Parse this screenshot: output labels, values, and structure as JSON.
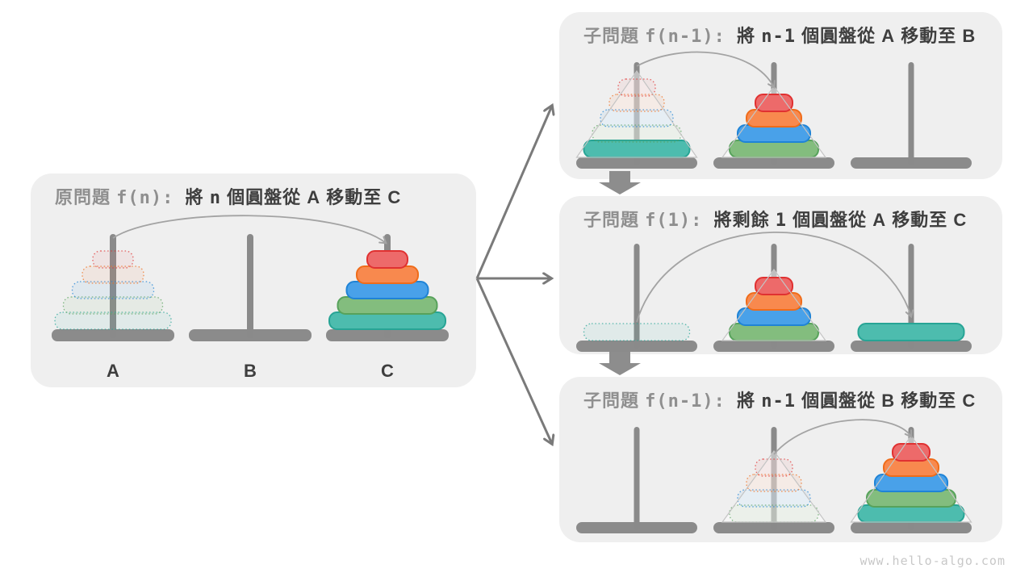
{
  "page": {
    "watermark": "www.hello-algo.com"
  },
  "colors": {
    "panel_bg": "#efefef",
    "peg": "#8a8a8a",
    "base": "#8b8b8b",
    "connector": "#7a7a7a",
    "block_arrow": "#8d8d8d",
    "arc": "#a3a3a3",
    "title_muted": "#8f8f8f",
    "title_dark": "#3e3e3e",
    "peg_label": "#3e3e3e",
    "triangle_stroke": "#c4c4c4",
    "triangle_fill": "rgba(255,255,255,0.45)",
    "watermark_color": "#c8c8c8"
  },
  "disk_palette": [
    {
      "size": 1,
      "name": "red",
      "fill": "#ed6a6a",
      "stroke": "#e03131"
    },
    {
      "size": 2,
      "name": "orange",
      "fill": "#f8894e",
      "stroke": "#ef6c1a"
    },
    {
      "size": 3,
      "name": "blue",
      "fill": "#49a1e9",
      "stroke": "#1f83d6"
    },
    {
      "size": 4,
      "name": "green",
      "fill": "#83bd7e",
      "stroke": "#57a25b"
    },
    {
      "size": 5,
      "name": "teal",
      "fill": "#4dbcae",
      "stroke": "#27a495"
    }
  ],
  "panels": [
    {
      "id": "original-problem",
      "title": [
        {
          "t": "原問題 ",
          "c": "muted"
        },
        {
          "t": "f(n)",
          "c": "muted mono"
        },
        {
          "t": ": ",
          "c": "muted mono"
        },
        {
          "t": "將 ",
          "c": "dark"
        },
        {
          "t": "n",
          "c": "dark mono"
        },
        {
          "t": " 個圓盤從 ",
          "c": "dark"
        },
        {
          "t": "A",
          "c": "dark strong"
        },
        {
          "t": " 移動至 ",
          "c": "dark"
        },
        {
          "t": "C",
          "c": "dark strong"
        }
      ],
      "show_labels": true,
      "pegs": [
        {
          "label": "A",
          "triangle": false,
          "disks": [
            {
              "size": 5,
              "ghost": true
            },
            {
              "size": 4,
              "ghost": true
            },
            {
              "size": 3,
              "ghost": true
            },
            {
              "size": 2,
              "ghost": true
            },
            {
              "size": 1,
              "ghost": true
            }
          ]
        },
        {
          "label": "B",
          "triangle": false,
          "disks": []
        },
        {
          "label": "C",
          "triangle": false,
          "disks": [
            {
              "size": 5
            },
            {
              "size": 4
            },
            {
              "size": 3
            },
            {
              "size": 2
            },
            {
              "size": 1
            }
          ]
        }
      ],
      "arc": {
        "from": 0,
        "to": 2
      }
    },
    {
      "id": "subproblem-move-n-1-a-to-b",
      "title": [
        {
          "t": "子問題 ",
          "c": "muted"
        },
        {
          "t": "f(n-1)",
          "c": "muted mono"
        },
        {
          "t": ": ",
          "c": "muted mono"
        },
        {
          "t": "將 ",
          "c": "dark"
        },
        {
          "t": "n-1",
          "c": "dark mono"
        },
        {
          "t": " 個圓盤從 ",
          "c": "dark"
        },
        {
          "t": "A",
          "c": "dark strong"
        },
        {
          "t": " 移動至 ",
          "c": "dark"
        },
        {
          "t": "B",
          "c": "dark strong"
        }
      ],
      "show_labels": false,
      "pegs": [
        {
          "triangle": true,
          "disks": [
            {
              "size": 5
            },
            {
              "size": 4,
              "ghost": true
            },
            {
              "size": 3,
              "ghost": true
            },
            {
              "size": 2,
              "ghost": true
            },
            {
              "size": 1,
              "ghost": true
            }
          ]
        },
        {
          "triangle": true,
          "disks": [
            {
              "size": 4
            },
            {
              "size": 3
            },
            {
              "size": 2
            },
            {
              "size": 1
            }
          ]
        },
        {
          "triangle": false,
          "disks": []
        }
      ],
      "arc": {
        "from": 0,
        "to": 1
      }
    },
    {
      "id": "subproblem-move-1-a-to-c",
      "title": [
        {
          "t": "子問題 ",
          "c": "muted"
        },
        {
          "t": "f(1)",
          "c": "muted mono"
        },
        {
          "t": ": ",
          "c": "muted mono"
        },
        {
          "t": "將剩餘 ",
          "c": "dark"
        },
        {
          "t": "1",
          "c": "dark mono"
        },
        {
          "t": " 個圓盤從 ",
          "c": "dark"
        },
        {
          "t": "A",
          "c": "dark strong"
        },
        {
          "t": " 移動至 ",
          "c": "dark"
        },
        {
          "t": "C",
          "c": "dark strong"
        }
      ],
      "show_labels": false,
      "pegs": [
        {
          "triangle": false,
          "disks": [
            {
              "size": 5,
              "ghost": true
            }
          ]
        },
        {
          "triangle": true,
          "disks": [
            {
              "size": 4
            },
            {
              "size": 3
            },
            {
              "size": 2
            },
            {
              "size": 1
            }
          ]
        },
        {
          "triangle": false,
          "disks": [
            {
              "size": 5
            }
          ]
        }
      ],
      "arc": {
        "from": 0,
        "to": 2
      }
    },
    {
      "id": "subproblem-move-n-1-b-to-c",
      "title": [
        {
          "t": "子問題 ",
          "c": "muted"
        },
        {
          "t": "f(n-1)",
          "c": "muted mono"
        },
        {
          "t": ": ",
          "c": "muted mono"
        },
        {
          "t": "將 ",
          "c": "dark"
        },
        {
          "t": "n-1",
          "c": "dark mono"
        },
        {
          "t": " 個圓盤從 ",
          "c": "dark"
        },
        {
          "t": "B",
          "c": "dark strong"
        },
        {
          "t": " 移動至 ",
          "c": "dark"
        },
        {
          "t": "C",
          "c": "dark strong"
        }
      ],
      "show_labels": false,
      "pegs": [
        {
          "triangle": false,
          "disks": []
        },
        {
          "triangle": true,
          "disks": [
            {
              "size": 4,
              "ghost": true
            },
            {
              "size": 3,
              "ghost": true
            },
            {
              "size": 2,
              "ghost": true
            },
            {
              "size": 1,
              "ghost": true
            }
          ]
        },
        {
          "triangle": true,
          "disks": [
            {
              "size": 5
            },
            {
              "size": 4
            },
            {
              "size": 3
            },
            {
              "size": 2
            },
            {
              "size": 1
            }
          ]
        }
      ],
      "arc": {
        "from": 1,
        "to": 2
      }
    }
  ]
}
